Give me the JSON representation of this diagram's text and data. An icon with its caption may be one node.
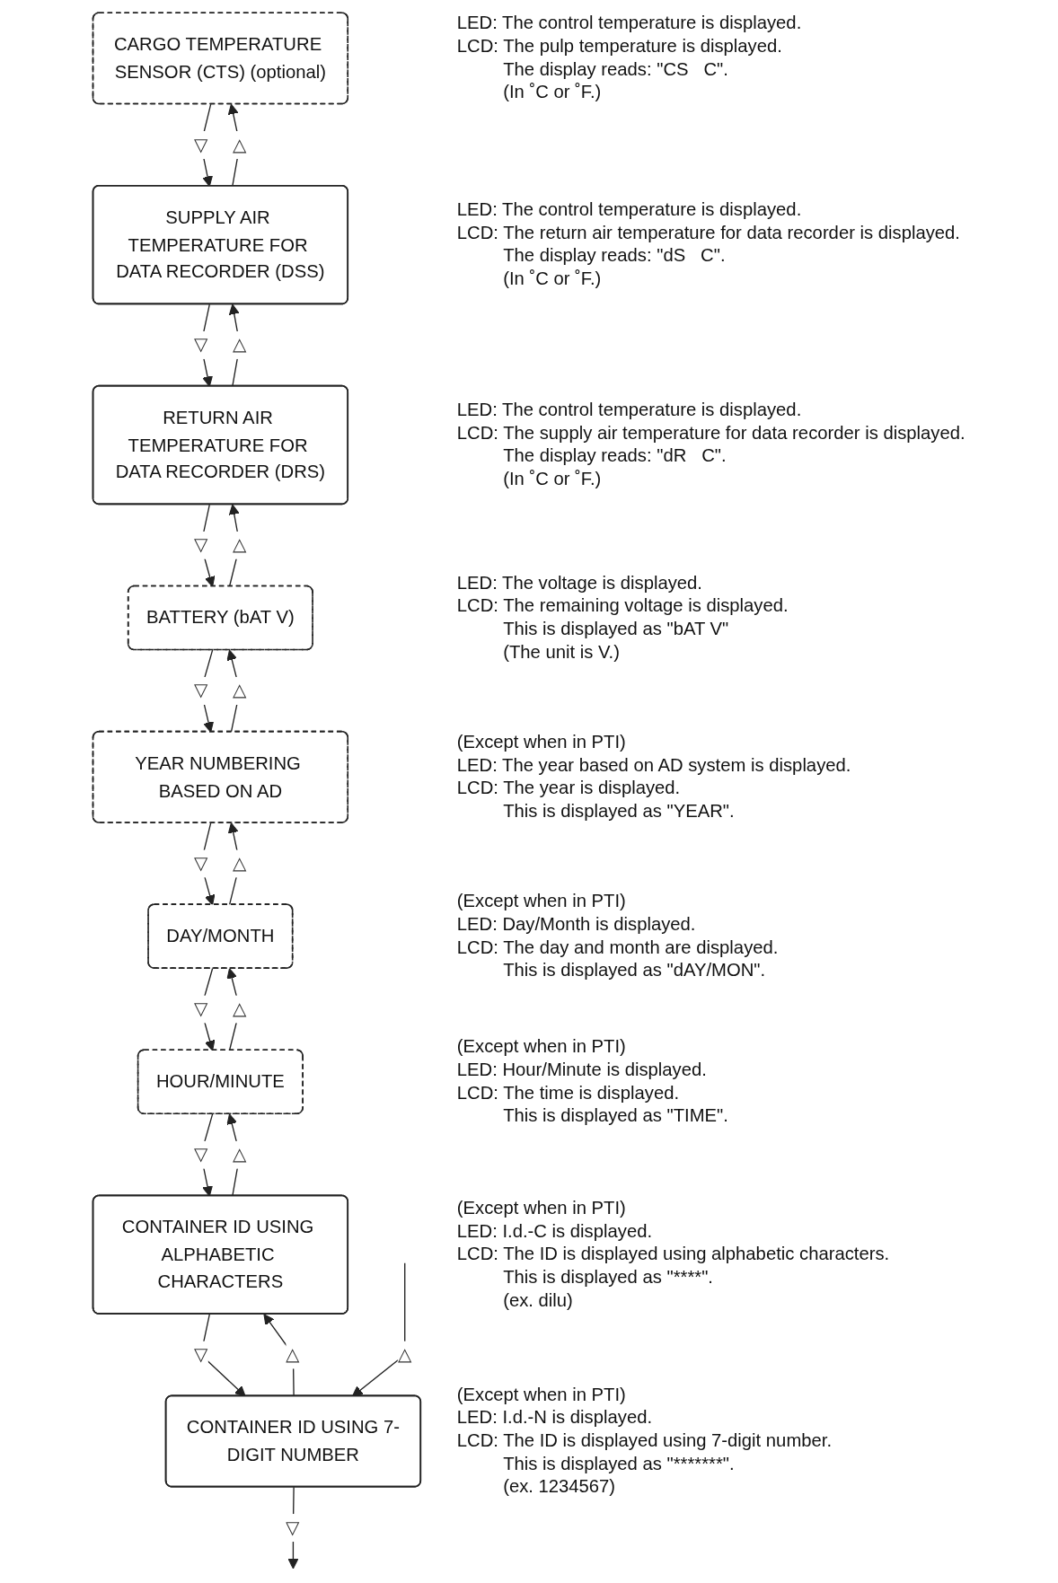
{
  "diagram": {
    "nodes": [
      {
        "text": [
          "CARGO TEMPERATURE SENSOR (CTS) (optional)"
        ],
        "beside": [
          "LED: The control temperature is displayed.",
          "LCD: The pulp temperature is displayed.",
          "The display reads: \"CS   C\".",
          "(In ˚C or ˚F.)"
        ]
      },
      {
        "text": [
          "SUPPLY AIR TEMPERATURE FOR DATA RECORDER (DSS)"
        ],
        "beside": [
          "LED: The control temperature is displayed.",
          "LCD: The return air temperature for data recorder is displayed.",
          "The display reads: \"dS   C\".",
          "(In ˚C or ˚F.)"
        ]
      },
      {
        "text": [
          "RETURN AIR TEMPERATURE FOR DATA RECORDER (DRS)"
        ],
        "beside": [
          "LED: The control temperature is displayed.",
          "LCD: The supply air temperature for data recorder is displayed.",
          "The display reads: \"dR   C\".",
          "(In ˚C or ˚F.)"
        ]
      },
      {
        "text": [
          "BATTERY (bAT V)"
        ],
        "beside": [
          "LED: The voltage is displayed.",
          "LCD: The remaining voltage is displayed.",
          "This is displayed as \"bAT V\"",
          "(The unit is V.)"
        ]
      },
      {
        "text": [
          "YEAR NUMBERING BASED ON AD"
        ],
        "beside": [
          "(Except when in PTI)",
          "LED: The year based on AD system is displayed.",
          "LCD: The year is displayed.",
          "This is displayed as \"YEAR\"."
        ]
      },
      {
        "text": [
          "DAY/MONTH"
        ],
        "beside": [
          "(Except when in PTI)",
          "LED: Day/Month is displayed.",
          "LCD: The day and month are displayed.",
          "This is displayed as \"dAY/MON\"."
        ]
      },
      {
        "text": [
          "HOUR/MINUTE"
        ],
        "beside": [
          "(Except when in PTI)",
          "LED: Hour/Minute is displayed.",
          "LCD: The time is displayed.",
          "This is displayed as \"TIME\"."
        ]
      },
      {
        "text": [
          "CONTAINER ID USING ALPHABETIC CHARACTERS"
        ],
        "beside": [
          "(Except when in PTI)",
          "LED: I.d.-C is displayed.",
          "LCD: The ID is displayed using alphabetic characters.",
          "This is displayed as \"****\".",
          "(ex. dilu)"
        ]
      },
      {
        "text": [
          "CONTAINER ID USING 7-DIGIT NUMBER"
        ],
        "beside": [
          "(Except when in PTI)",
          "LED: I.d.-N is displayed.",
          "LCD: The ID is displayed using 7-digit number.",
          "This is displayed as \"*******\".",
          "(ex. 1234567)"
        ]
      }
    ],
    "edges": [
      {
        "from": 1,
        "to": 0,
        "arrow": "to",
        "label": "△"
      },
      {
        "from": 0,
        "to": 1,
        "arrow": "to",
        "label": "▽"
      },
      {
        "from": 2,
        "to": 1,
        "arrow": "to",
        "label": "△"
      },
      {
        "from": 1,
        "to": 2,
        "arrow": "to",
        "label": "▽"
      },
      {
        "from": 3,
        "to": 2,
        "arrow": "to",
        "label": "△"
      },
      {
        "from": 2,
        "to": 3,
        "arrow": "to",
        "label": "▽"
      },
      {
        "from": 4,
        "to": 3,
        "arrow": "to",
        "label": "△"
      },
      {
        "from": 3,
        "to": 4,
        "arrow": "to",
        "label": "▽"
      },
      {
        "from": 5,
        "to": 4,
        "arrow": "to",
        "label": "△"
      },
      {
        "from": 4,
        "to": 5,
        "arrow": "to",
        "label": "▽"
      },
      {
        "from": 6,
        "to": 5,
        "arrow": "to",
        "label": "△"
      },
      {
        "from": 5,
        "to": 6,
        "arrow": "to",
        "label": "▽"
      },
      {
        "from": 7,
        "to": 6,
        "arrow": "to",
        "label": "△"
      },
      {
        "from": 6,
        "to": 7,
        "arrow": "to",
        "label": "▽"
      },
      {
        "from": 8,
        "to": 7,
        "arrow": "to",
        "label": "△"
      },
      {
        "from": 7,
        "to": 8,
        "arrow": "to",
        "label": "▽"
      },
      {
        "from": null,
        "to": 8,
        "arrow": "to",
        "label": "△"
      },
      {
        "from": 8,
        "to": null,
        "arrow": "to",
        "label": "▽"
      }
    ]
  }
}
